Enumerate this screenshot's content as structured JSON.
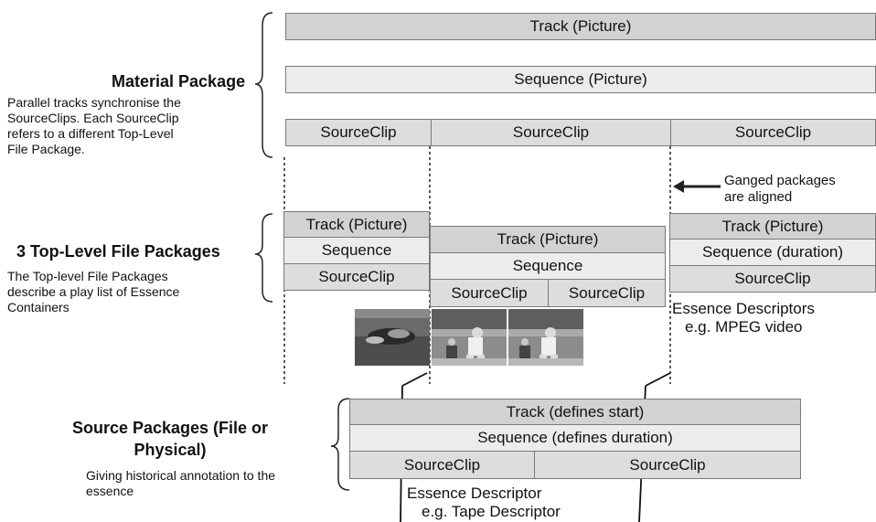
{
  "material": {
    "title": "Material Package",
    "desc_lines": [
      "Parallel tracks synchronise the",
      "SourceClips. Each SourceClip",
      "refers to a different Top-Level",
      "File Package."
    ],
    "track": "Track (Picture)",
    "sequence": "Sequence (Picture)",
    "clips": [
      "SourceClip",
      "SourceClip",
      "SourceClip"
    ]
  },
  "ganged_note": [
    "Ganged packages",
    "are aligned"
  ],
  "file_packages": {
    "title": "3 Top-Level File Packages",
    "desc_lines": [
      "The Top-level File Packages",
      "describe a play list of Essence",
      "Containers"
    ],
    "fp1": {
      "track": "Track (Picture)",
      "sequence": "Sequence",
      "clip": "SourceClip"
    },
    "fp2": {
      "track": "Track  (Picture)",
      "sequence": "Sequence",
      "clips": [
        "SourceClip",
        "SourceClip"
      ]
    },
    "fp3": {
      "track": "Track (Picture)",
      "sequence": "Sequence (duration)",
      "clip": "SourceClip"
    },
    "essence_lines": [
      "Essence Descriptors",
      "e.g. MPEG video"
    ]
  },
  "source_packages": {
    "title_lines": [
      "Source Packages (File or",
      "Physical)"
    ],
    "desc_lines": [
      "Giving historical annotation to the",
      "essence"
    ],
    "track": "Track (defines start)",
    "sequence": "Sequence (defines duration)",
    "clips": [
      "SourceClip",
      "SourceClip"
    ],
    "essence_lines": [
      "Essence Descriptor",
      "e.g. Tape Descriptor"
    ]
  }
}
